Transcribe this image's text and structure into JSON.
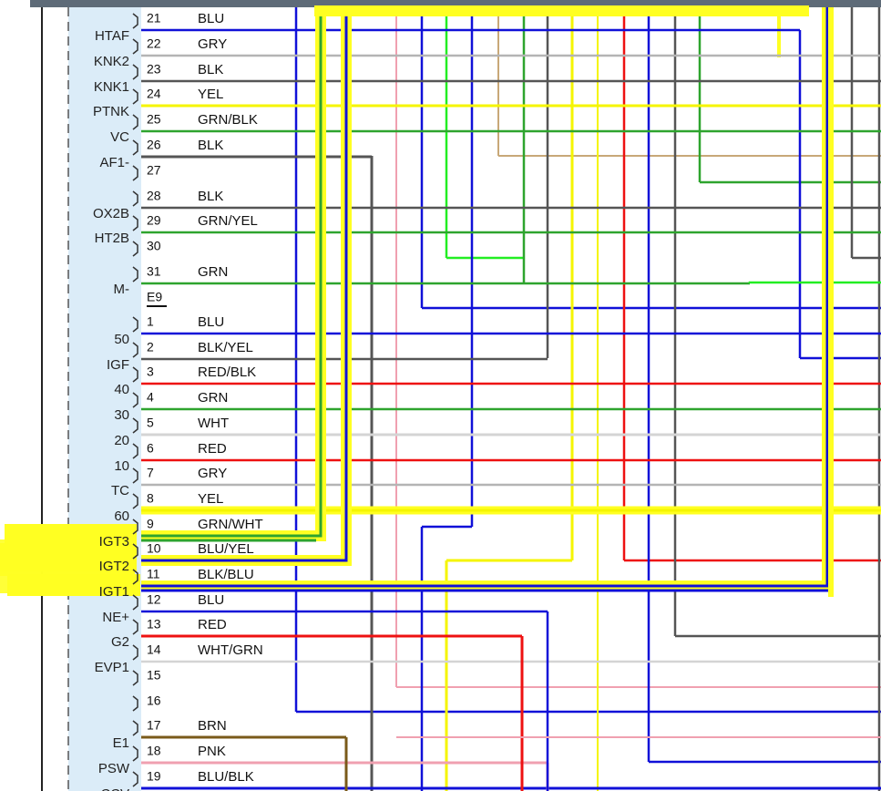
{
  "connector_label": "E9",
  "colors": {
    "BLU": "#1010d8",
    "GRY": "#b4b4b4",
    "BLK": "#555555",
    "YEL": "#f5f500",
    "GRN": "#2ea42e",
    "LGRN": "#22ee22",
    "RED": "#ee1111",
    "WHT": "#d4d4d4",
    "BRN": "#7a5a1a",
    "PNK": "#f0a0b0",
    "TAN": "#c8a878",
    "HIGHLIGHT": "#ffff22",
    "PANEL": "#dbecf8",
    "TOPBAR": "#5e6b78"
  },
  "pins": [
    {
      "label": "HTAF",
      "num": "21",
      "wire": "BLU"
    },
    {
      "label": "KNK2",
      "num": "22",
      "wire": "GRY"
    },
    {
      "label": "KNK1",
      "num": "23",
      "wire": "BLK"
    },
    {
      "label": "PTNK",
      "num": "24",
      "wire": "YEL"
    },
    {
      "label": "VC",
      "num": "25",
      "wire": "GRN/BLK"
    },
    {
      "label": "AF1-",
      "num": "26",
      "wire": "BLK"
    },
    {
      "label": "",
      "num": "27",
      "wire": ""
    },
    {
      "label": "OX2B",
      "num": "28",
      "wire": "BLK"
    },
    {
      "label": "HT2B",
      "num": "29",
      "wire": "GRN/YEL"
    },
    {
      "label": "",
      "num": "30",
      "wire": ""
    },
    {
      "label": "M-",
      "num": "31",
      "wire": "GRN"
    },
    {
      "label": "50",
      "num": "1",
      "wire": "BLU"
    },
    {
      "label": "IGF",
      "num": "2",
      "wire": "BLK/YEL"
    },
    {
      "label": "40",
      "num": "3",
      "wire": "RED/BLK"
    },
    {
      "label": "30",
      "num": "4",
      "wire": "GRN"
    },
    {
      "label": "20",
      "num": "5",
      "wire": "WHT"
    },
    {
      "label": "10",
      "num": "6",
      "wire": "RED"
    },
    {
      "label": "TC",
      "num": "7",
      "wire": "GRY"
    },
    {
      "label": "60",
      "num": "8",
      "wire": "YEL"
    },
    {
      "label": "IGT3",
      "num": "9",
      "wire": "GRN/WHT"
    },
    {
      "label": "IGT2",
      "num": "10",
      "wire": "BLU/YEL"
    },
    {
      "label": "IGT1",
      "num": "11",
      "wire": "BLK/BLU"
    },
    {
      "label": "NE+",
      "num": "12",
      "wire": "BLU"
    },
    {
      "label": "G2",
      "num": "13",
      "wire": "RED"
    },
    {
      "label": "EVP1",
      "num": "14",
      "wire": "WHT/GRN"
    },
    {
      "label": "",
      "num": "15",
      "wire": ""
    },
    {
      "label": "",
      "num": "16",
      "wire": ""
    },
    {
      "label": "E1",
      "num": "17",
      "wire": "BRN"
    },
    {
      "label": "PSW",
      "num": "18",
      "wire": "PNK"
    },
    {
      "label": "CCV",
      "num": "19",
      "wire": "BLU/BLK"
    }
  ]
}
